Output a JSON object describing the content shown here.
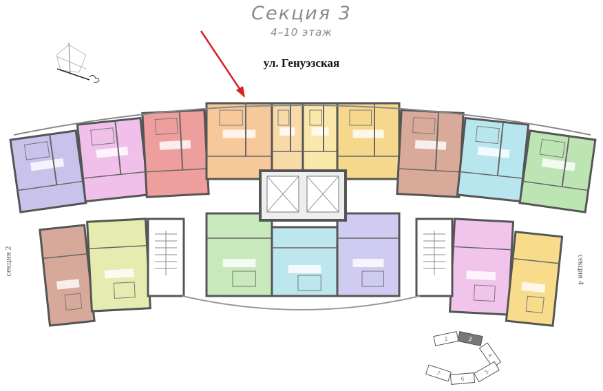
{
  "header": {
    "title": "Секция 3",
    "floors": "4–10 этаж",
    "street": "ул. Генуэзская"
  },
  "side_labels": {
    "left": "секция 2",
    "right": "секция 4"
  },
  "compass": {
    "icon": "compass-rose-icon"
  },
  "pointer": {
    "color": "#d42020"
  },
  "apartments_upper": [
    {
      "color": "#c9c3ec"
    },
    {
      "color": "#f0c0ea"
    },
    {
      "color": "#ef9e9e"
    },
    {
      "color": "#f7c99a"
    },
    {
      "color": "#f8d9a8"
    },
    {
      "color": "#f9e8aa"
    },
    {
      "color": "#f6d88c"
    },
    {
      "color": "#d9aa9a"
    },
    {
      "color": "#b8e6ee"
    },
    {
      "color": "#bde5b4"
    }
  ],
  "apartments_lower": [
    {
      "color": "#d7a99a"
    },
    {
      "color": "#e6ebb0"
    },
    {
      "color": "#c7e9bc"
    },
    {
      "color": "#bde6ee"
    },
    {
      "color": "#d0cbf1"
    },
    {
      "color": "#f1c4ec"
    },
    {
      "color": "#f8dc8c"
    }
  ],
  "key_plan": {
    "sections": [
      "2",
      "3",
      "4",
      "5",
      "6",
      "7"
    ],
    "highlighted": "3",
    "highlight_color": "#777777"
  }
}
